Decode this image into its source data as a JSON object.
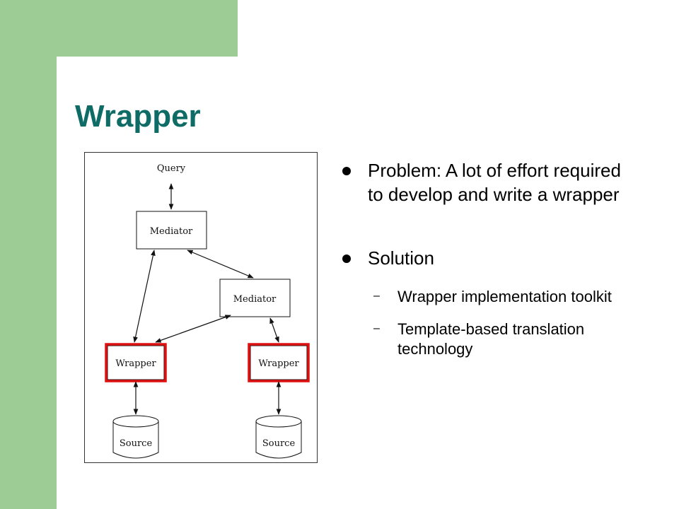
{
  "slide": {
    "title": "Wrapper"
  },
  "diagram": {
    "query_label": "Query",
    "mediator_top_label": "Mediator",
    "mediator_right_label": "Mediator",
    "wrapper_left_label": "Wrapper",
    "wrapper_right_label": "Wrapper",
    "source_left_label": "Source",
    "source_right_label": "Source",
    "highlight_color": "#dd1111"
  },
  "content": {
    "problem": "Problem: A lot of effort required to develop and write a wrapper",
    "solution": "Solution",
    "solution_items": [
      "Wrapper implementation toolkit",
      "Template-based translation technology"
    ],
    "dash": "–"
  },
  "colors": {
    "accent_green": "#9dcc95",
    "title_teal": "#0e6b66"
  }
}
